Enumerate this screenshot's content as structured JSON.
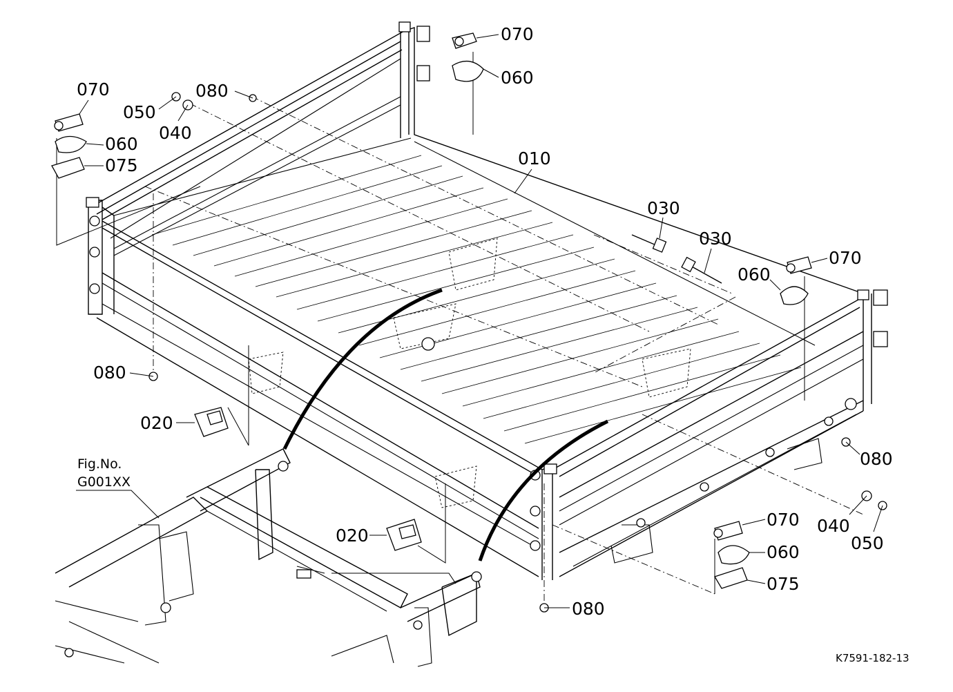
{
  "callouts": {
    "c070_top": "070",
    "c060_top": "060",
    "c070_left": "070",
    "c050_left": "050",
    "c080_top": "080",
    "c040_left": "040",
    "c060_left": "060",
    "c075_left": "075",
    "c010": "010",
    "c030_a": "030",
    "c030_b": "030",
    "c070_right": "070",
    "c060_right": "060",
    "c080_left": "080",
    "c020_left": "020",
    "c080_right": "080",
    "c020_mid": "020",
    "c040_right": "040",
    "c050_right": "050",
    "c070_bottom": "070",
    "c060_bottom": "060",
    "c075_bottom": "075",
    "c080_bottom": "080"
  },
  "reference": {
    "fig_line1": "Fig.No.",
    "fig_line2": "G001XX"
  },
  "drawing_code": "K7591-182-13"
}
